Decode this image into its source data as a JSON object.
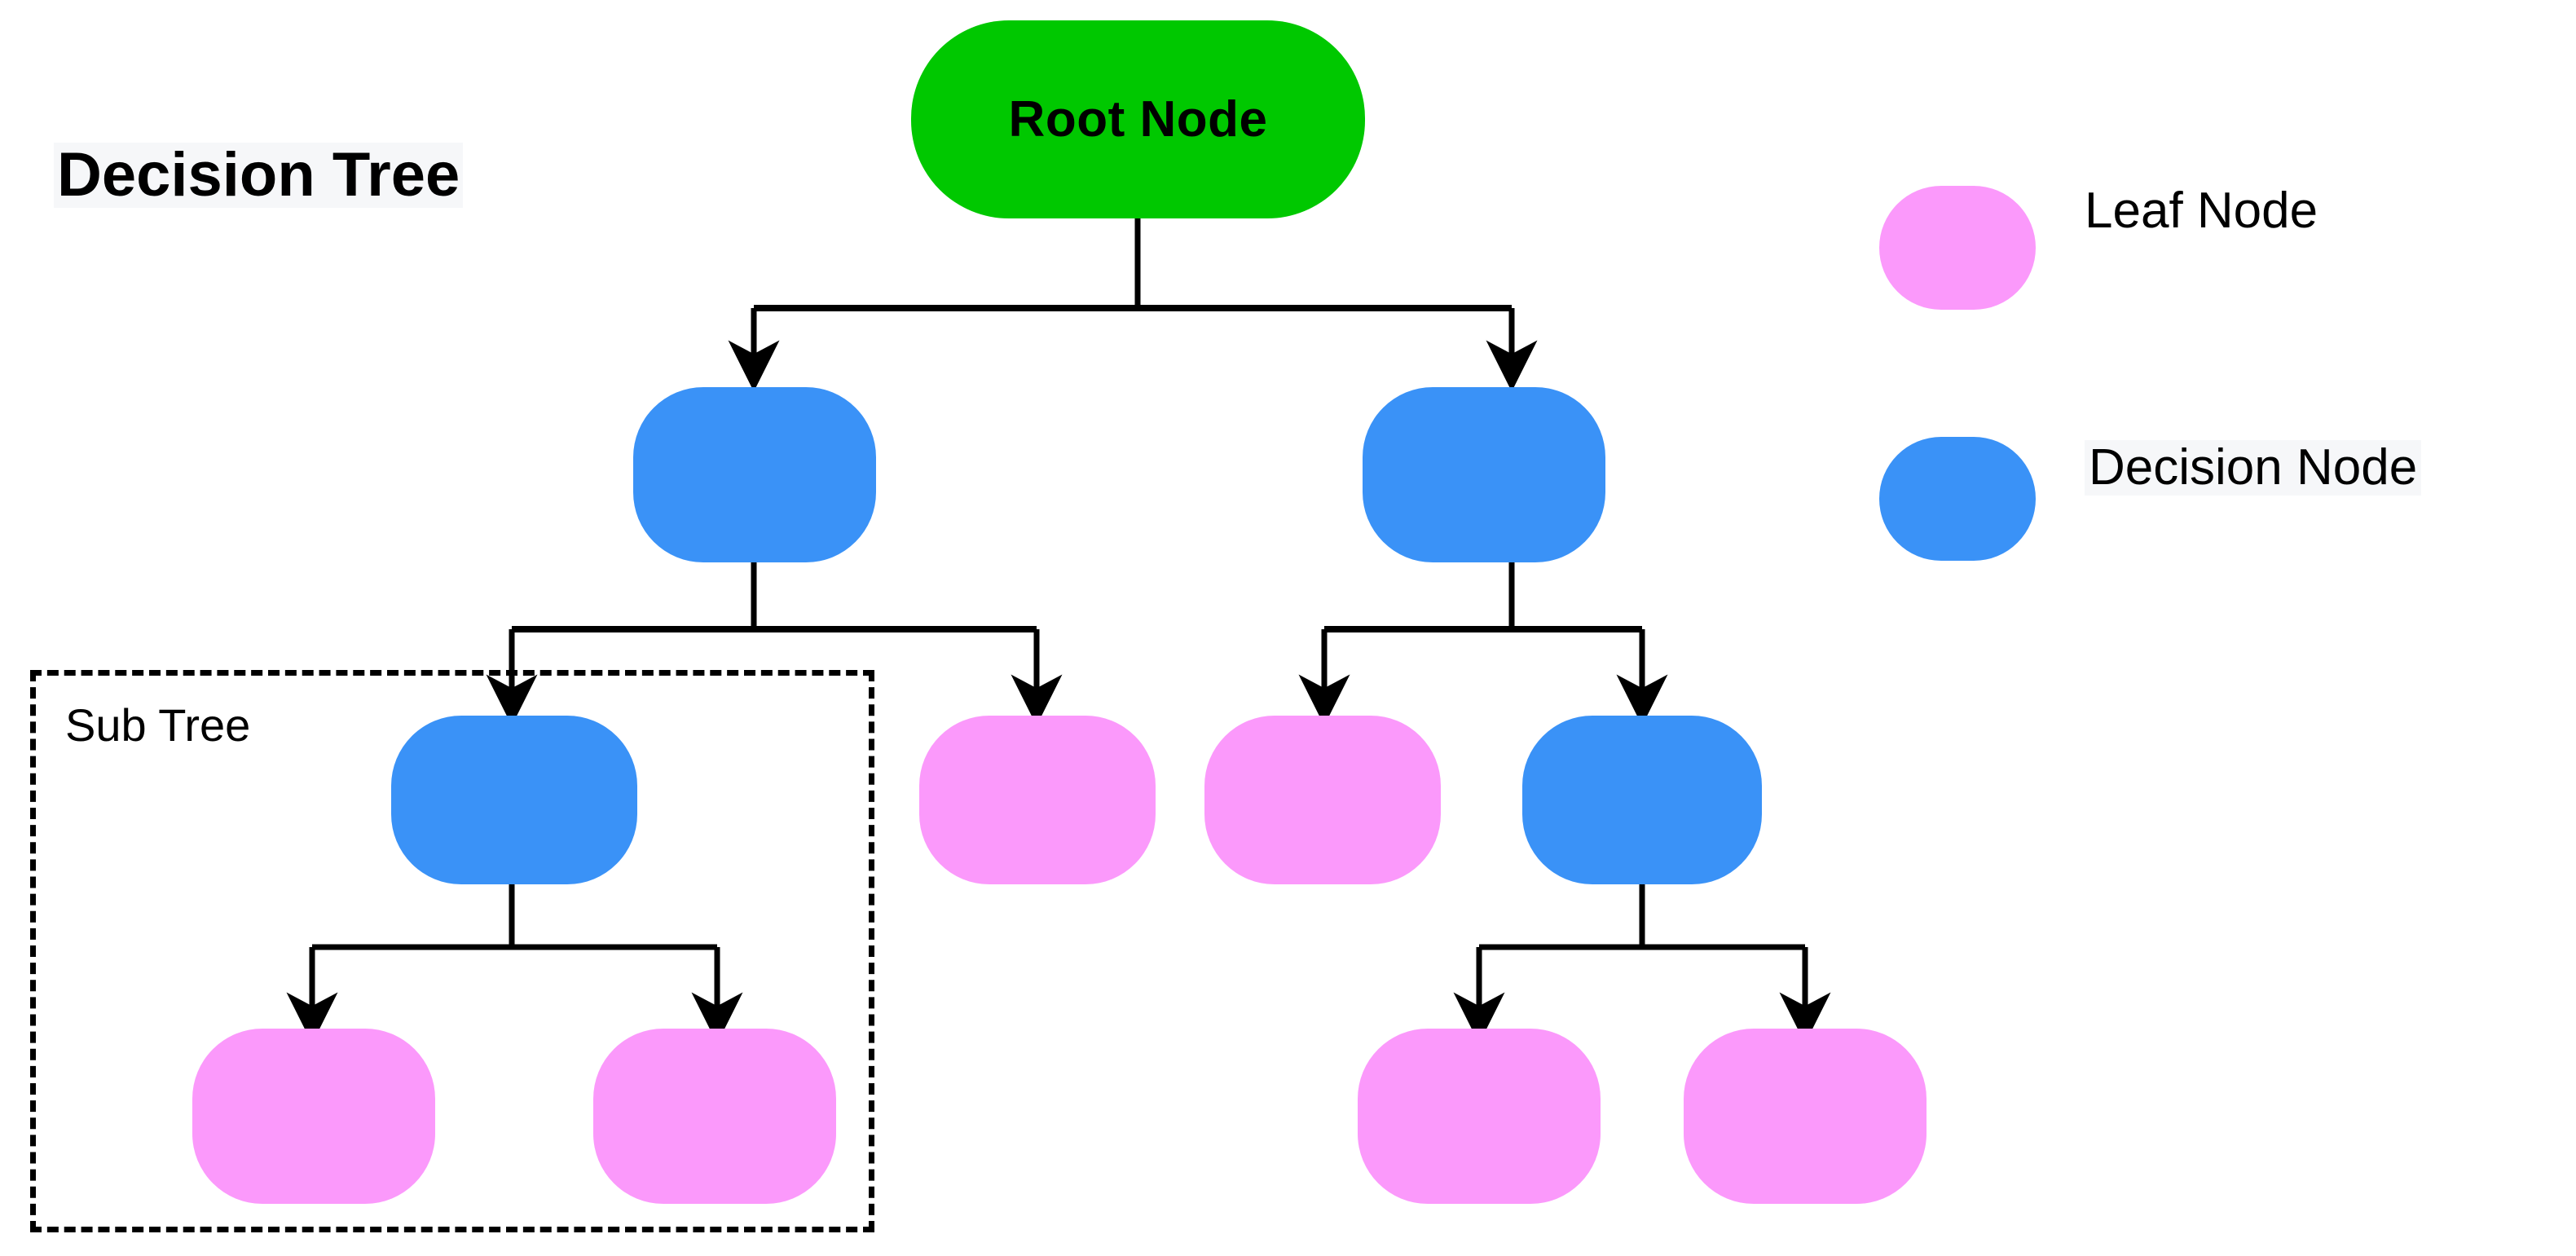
{
  "diagram": {
    "title": "Decision Tree",
    "background_color": "#ffffff",
    "subtree": {
      "label": "Sub Tree",
      "border_style": "dashed",
      "border_color": "#000000"
    },
    "colors": {
      "root_node": "#00c800",
      "decision_node": "#3a92f7",
      "leaf_node": "#fb99fb",
      "edge": "#000000",
      "text": "#000000",
      "text_highlight": "#f6f7f9"
    },
    "nodes": [
      {
        "id": "root",
        "label": "Root Node",
        "type": "root",
        "level": 1
      },
      {
        "id": "d1",
        "label": "",
        "type": "decision",
        "level": 2
      },
      {
        "id": "d2",
        "label": "",
        "type": "decision",
        "level": 2
      },
      {
        "id": "d3",
        "label": "",
        "type": "decision",
        "level": 3,
        "in_subtree": true
      },
      {
        "id": "l1",
        "label": "",
        "type": "leaf",
        "level": 3
      },
      {
        "id": "l2",
        "label": "",
        "type": "leaf",
        "level": 3
      },
      {
        "id": "d4",
        "label": "",
        "type": "decision",
        "level": 3
      },
      {
        "id": "l3",
        "label": "",
        "type": "leaf",
        "level": 4,
        "in_subtree": true
      },
      {
        "id": "l4",
        "label": "",
        "type": "leaf",
        "level": 4,
        "in_subtree": true
      },
      {
        "id": "l5",
        "label": "",
        "type": "leaf",
        "level": 4
      },
      {
        "id": "l6",
        "label": "",
        "type": "leaf",
        "level": 4
      }
    ],
    "edges": [
      {
        "from": "root",
        "to": "d1"
      },
      {
        "from": "root",
        "to": "d2"
      },
      {
        "from": "d1",
        "to": "d3"
      },
      {
        "from": "d1",
        "to": "l1"
      },
      {
        "from": "d2",
        "to": "l2"
      },
      {
        "from": "d2",
        "to": "d4"
      },
      {
        "from": "d3",
        "to": "l3"
      },
      {
        "from": "d3",
        "to": "l4"
      },
      {
        "from": "d4",
        "to": "l5"
      },
      {
        "from": "d4",
        "to": "l6"
      }
    ],
    "legend": [
      {
        "id": "legend-leaf",
        "label": "Leaf Node",
        "color": "#fb99fb",
        "highlighted": false
      },
      {
        "id": "legend-decision",
        "label": "Decision Node",
        "color": "#3a92f7",
        "highlighted": true
      }
    ]
  }
}
